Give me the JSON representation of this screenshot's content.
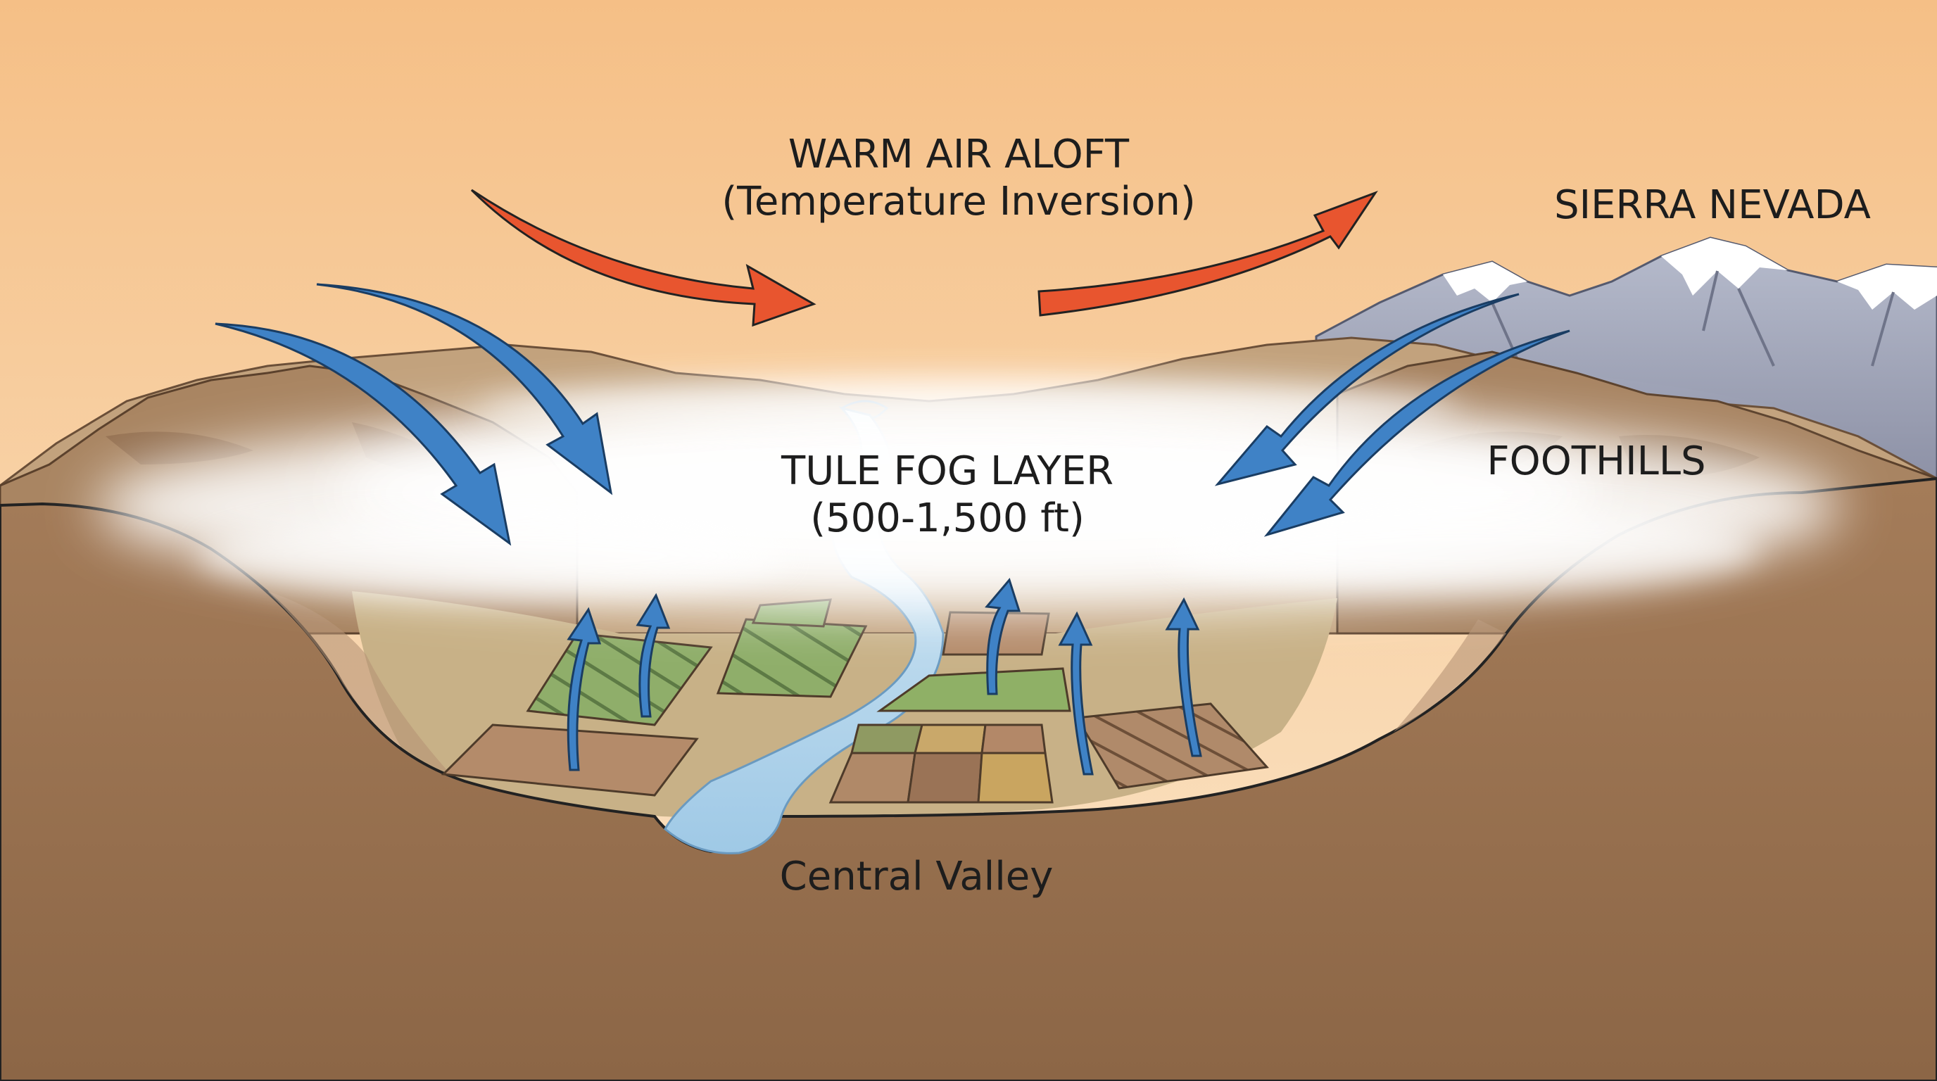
{
  "labels": {
    "warm_air_line1": "WARM AIR ALOFT",
    "warm_air_line2": "(Temperature Inversion)",
    "sierra": "SIERRA NEVADA",
    "fog_line1": "TULE FOG LAYER",
    "fog_line2": "(500-1,500 ft)",
    "foothills": "FOOTHILLS",
    "valley": "Central Valley"
  },
  "icons": {
    "warm_arrow": "red-curved-arrow",
    "cold_arrow": "blue-curved-arrow",
    "rising_arrow": "blue-upward-arrow"
  },
  "colors": {
    "sky_top": "#f6c28a",
    "sky_bottom": "#fbe4c4",
    "ground": "#9a7452",
    "ground_dark": "#8a6444",
    "valley_floor": "#c9b185",
    "river": "#b8d8ec",
    "warm_arrow": "#e85530",
    "cold_arrow": "#3f82c6",
    "fog": "#ffffff",
    "mountain": "#9ea3b8",
    "snow": "#ffffff",
    "outline": "#222222"
  }
}
